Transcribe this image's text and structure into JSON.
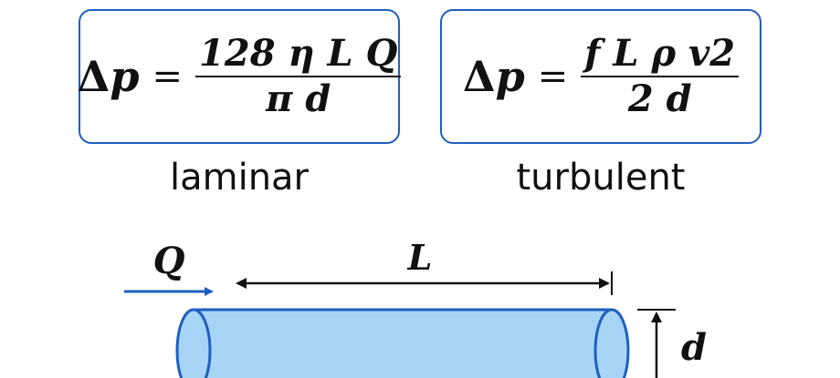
{
  "formulas": [
    {
      "lhs_symbol": "Δ",
      "lhs_var": "p",
      "eq": "=",
      "numerator": "128 η L Q",
      "denominator": "π d",
      "caption": "laminar"
    },
    {
      "lhs_symbol": "Δ",
      "lhs_var": "p",
      "eq": "=",
      "numerator": "f L ρ v2",
      "denominator": "2 d",
      "caption": "turbulent"
    }
  ],
  "diagram": {
    "flow_label": "Q",
    "length_label": "L",
    "diameter_label": "d"
  },
  "colors": {
    "box_border": "#1f5fbf",
    "flow_arrow": "#1f5fbf",
    "pipe_fill": "#a8d4f5",
    "pipe_stroke": "#1f5fbf"
  }
}
